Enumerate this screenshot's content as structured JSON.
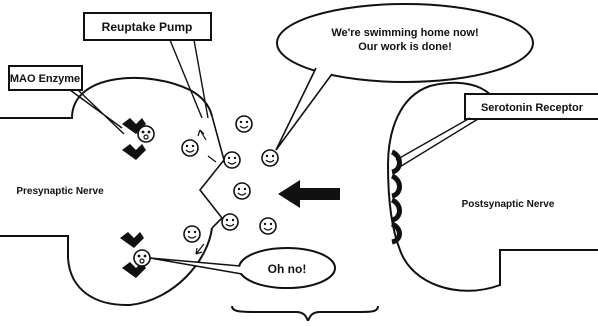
{
  "labels": {
    "reuptake_pump": "Reuptake Pump",
    "mao_enzyme": "MAO Enzyme",
    "serotonin_receptor": "Serotonin Receptor",
    "presynaptic_nerve": "Presynaptic Nerve",
    "postsynaptic_nerve": "Postsynaptic Nerve"
  },
  "speech": {
    "swimming_line1": "We're swimming home now!",
    "swimming_line2": "Our work is done!",
    "oh_no": "Oh no!"
  },
  "colors": {
    "ink": "#111111",
    "paper": "#ffffff"
  }
}
